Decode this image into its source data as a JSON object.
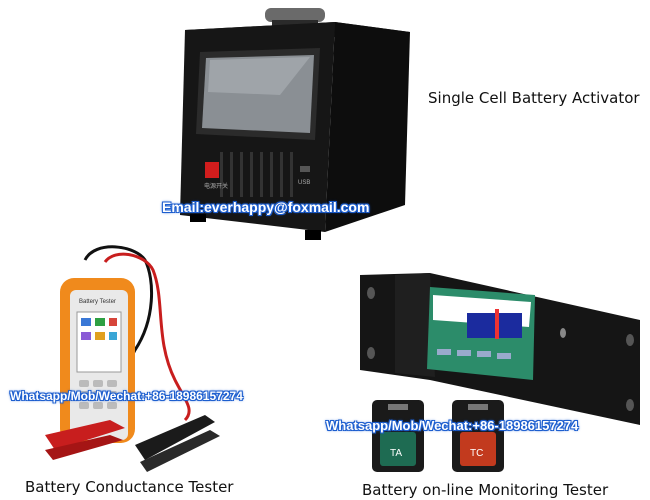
{
  "products": {
    "activator": {
      "caption": "Single Cell Battery Activator",
      "panel_label": "电源开关",
      "usb_label": "USB"
    },
    "conductance": {
      "caption": "Battery Conductance Tester",
      "device_label": "Battery Tester"
    },
    "monitor": {
      "caption": "Battery on-line Monitoring Tester",
      "sensor_a": "TA",
      "sensor_b": "TC"
    }
  },
  "contact": {
    "email": "Email:everhappy@foxmail.com",
    "phone_left": "Whatsapp/Mob/Wechat:+86-18986157274",
    "phone_right": "Whatsapp/Mob/Wechat:+86-18986157274"
  },
  "colors": {
    "watermark_outline": "#1e5fcf",
    "device_black": "#111111",
    "tester_orange": "#f08a1c",
    "monitor_screen": "#2c8c6a"
  }
}
